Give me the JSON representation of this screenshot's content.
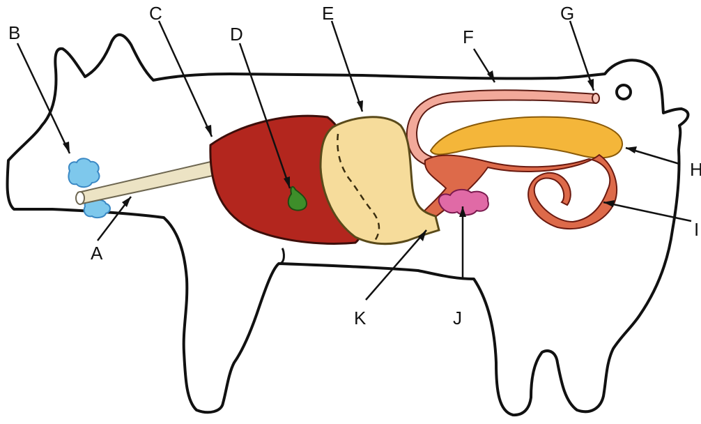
{
  "labels": {
    "A": "A",
    "B": "B",
    "C": "C",
    "D": "D",
    "E": "E",
    "F": "F",
    "G": "G",
    "H": "H",
    "I": "I",
    "J": "J",
    "K": "K"
  },
  "colors": {
    "outline": "#111111",
    "salivary": "#7ec8ec",
    "esophagus": "#ece3c4",
    "liver": "#b3261e",
    "gallbladder": "#3e8e2a",
    "stomach": "#f6dc9b",
    "intestine": "#dd6a4a",
    "rectum": "#f2a99a",
    "cecum": "#f4b63a",
    "pancreas": "#e06aa6"
  }
}
